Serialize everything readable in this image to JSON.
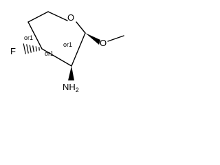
{
  "molecule": {
    "atoms": {
      "oxygen_ring": "O",
      "fluorine": "F",
      "methoxy_oxygen": "O",
      "amine": "NH",
      "amine_subscript": "2"
    },
    "stereo_labels": {
      "c4": "or1",
      "c3": "or1",
      "c2": "or1"
    },
    "colors": {
      "bond": "#000000",
      "text": "#000000",
      "background": "#ffffff"
    }
  }
}
